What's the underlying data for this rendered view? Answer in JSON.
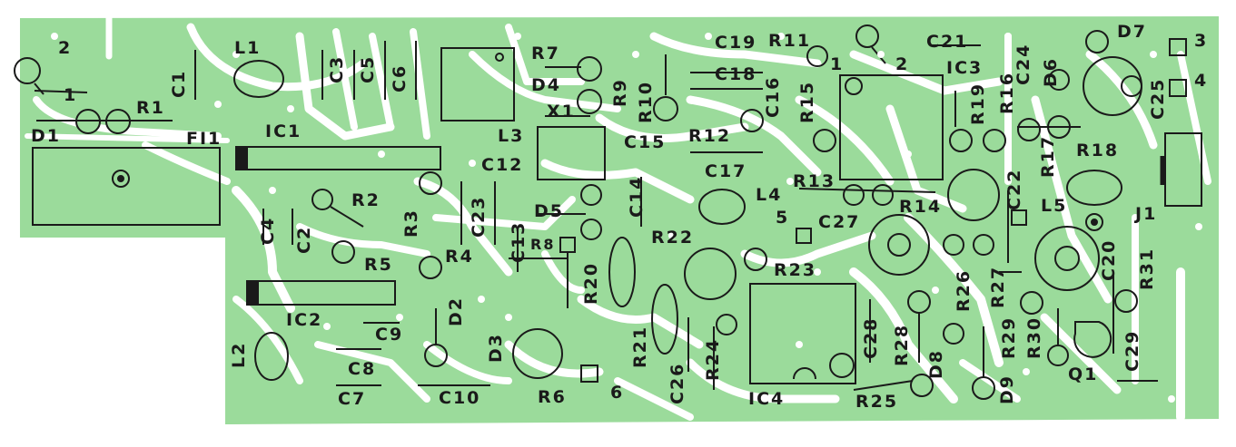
{
  "colors": {
    "board": "#9bdb9b",
    "trace": "#ffffff",
    "ink": "#1a1a1a",
    "background": "#ffffff"
  },
  "labels": {
    "n2": "2",
    "n1a": "1",
    "d1": "D1",
    "r1": "R1",
    "c1": "C1",
    "l1": "L1",
    "c3": "C3",
    "c5": "C5",
    "c6": "C6",
    "fi1": "FI1",
    "ic1": "IC1",
    "r2": "R2",
    "r3": "R3",
    "c4": "C4",
    "c2": "C2",
    "r5": "R5",
    "r4": "R4",
    "c23": "C23",
    "c13": "C13",
    "r8": "R8",
    "ic2": "IC2",
    "c9": "C9",
    "l2": "L2",
    "c8": "C8",
    "c7": "C7",
    "c10": "C10",
    "d2": "D2",
    "d3": "D3",
    "r6": "R6",
    "n6": "6",
    "r7": "R7",
    "d4": "D4",
    "x1": "X1",
    "r9": "R9",
    "r10": "R10",
    "l3": "L3",
    "c12": "C12",
    "d5": "D5",
    "c15": "C15",
    "c14": "C14",
    "r20": "R20",
    "r21": "R21",
    "c26": "C26",
    "r22": "R22",
    "r24": "R24",
    "c19": "C19",
    "c18": "C18",
    "r11": "R11",
    "c16": "C16",
    "r12": "R12",
    "c17": "C17",
    "l4": "L4",
    "n5": "5",
    "c27": "C27",
    "r23": "R23",
    "ic4": "IC4",
    "n1b": "1",
    "n2b": "2",
    "c21": "C21",
    "ic3": "IC3",
    "r15": "R15",
    "r13": "R13",
    "r14": "R14",
    "c28": "C28",
    "r28": "R28",
    "d8": "D8",
    "r25": "R25",
    "r19": "R19",
    "r16": "R16",
    "c24": "C24",
    "d6": "D6",
    "d7": "D7",
    "n3": "3",
    "n4": "4",
    "c25": "C25",
    "r17": "R17",
    "r18": "R18",
    "c22": "C22",
    "l5": "L5",
    "j1": "J1",
    "r26": "R26",
    "r27": "R27",
    "c20": "C20",
    "r31": "R31",
    "r29": "R29",
    "r30": "R30",
    "d9": "D9",
    "q1": "Q1",
    "c29": "C29"
  }
}
